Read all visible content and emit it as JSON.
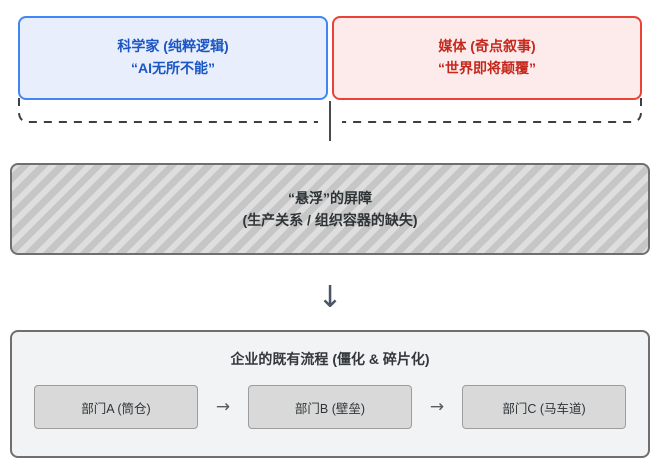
{
  "diagram": {
    "perception": {
      "scientist": {
        "line1": "科学家 (纯粹逻辑)",
        "line2": "“AI无所不能”",
        "border_color": "#4285f4",
        "background_color": "#e8eefc",
        "text_color": "#1a56c4"
      },
      "media": {
        "line1": "媒体 (奇点叙事)",
        "line2": "“世界即将颠覆”",
        "border_color": "#ea4335",
        "background_color": "#fcebea",
        "text_color": "#c5281c"
      }
    },
    "barrier": {
      "line1": "“悬浮”的屏障",
      "line2": "(生产关系 / 组织容器的缺失)",
      "border_color": "#6f6f6f",
      "hatch_color_light": "#dedede",
      "hatch_color_dark": "#c6c6c6"
    },
    "flow_arrow": "↓",
    "enterprise": {
      "title": "企业的既有流程 (僵化 & 碎片化)",
      "border_color": "#6f6f6f",
      "background_color": "#f1f3f4",
      "departments": [
        {
          "label": "部门A (筒仓)"
        },
        {
          "label": "部门B (壁垒)"
        },
        {
          "label": "部门C (马车道)"
        }
      ],
      "department_arrow": "→"
    }
  }
}
